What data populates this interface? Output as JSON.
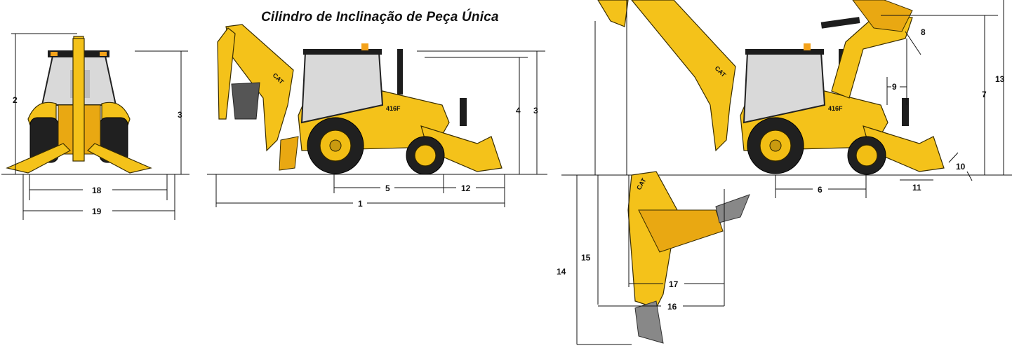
{
  "title": "Cilindro de Inclinação de Peça Única",
  "labels": {
    "d1": "1",
    "d2": "2",
    "d3a": "3",
    "d3b": "3",
    "d4": "4",
    "d5": "5",
    "d6": "6",
    "d7": "7",
    "d8": "8",
    "d9": "9",
    "d10": "10",
    "d11": "11",
    "d12": "12",
    "d13": "13",
    "d14": "14",
    "d15": "15",
    "d16": "16",
    "d17": "17",
    "d18": "18",
    "d19": "19"
  },
  "machine": {
    "brand": "CAT",
    "model": "416F"
  },
  "colors": {
    "machine_yellow": "#f4c21a",
    "dimension_lines": "#111111",
    "tires": "#202020"
  }
}
